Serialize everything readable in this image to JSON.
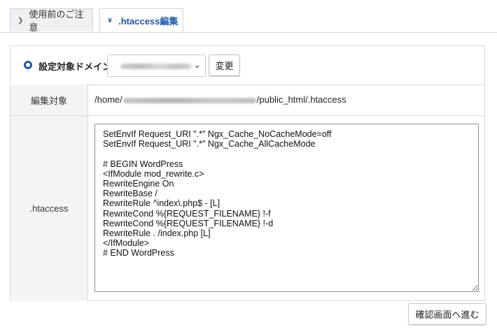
{
  "tabs": [
    {
      "label": "使用前のご注意",
      "active": false,
      "icon": "chevron-right-icon"
    },
    {
      "label": ".htaccess編集",
      "active": true,
      "icon": "chevron-down-icon"
    }
  ],
  "domain": {
    "label": "設定対象ドメイン",
    "select_value": "",
    "change_button": "変更"
  },
  "target": {
    "label": "編集対象",
    "path_prefix": "/home/",
    "path_suffix": "/public_html/.htaccess"
  },
  "htaccess": {
    "label": ".htaccess",
    "content": "SetEnvIf Request_URI \".*\" Ngx_Cache_NoCacheMode=off\nSetEnvIf Request_URI \".*\" Ngx_Cache_AllCacheMode\n\n# BEGIN WordPress\n<IfModule mod_rewrite.c>\nRewriteEngine On\nRewriteBase /\nRewriteRule ^index\\.php$ - [L]\nRewriteCond %{REQUEST_FILENAME} !-f\nRewriteCond %{REQUEST_FILENAME} !-d\nRewriteRule . /index.php [L]\n</IfModule>\n# END WordPress"
  },
  "next_button": "確認画面へ進む",
  "colors": {
    "accent": "#1e5aa8",
    "border": "#d6d9dd",
    "header_bg": "#f3f4f6"
  }
}
